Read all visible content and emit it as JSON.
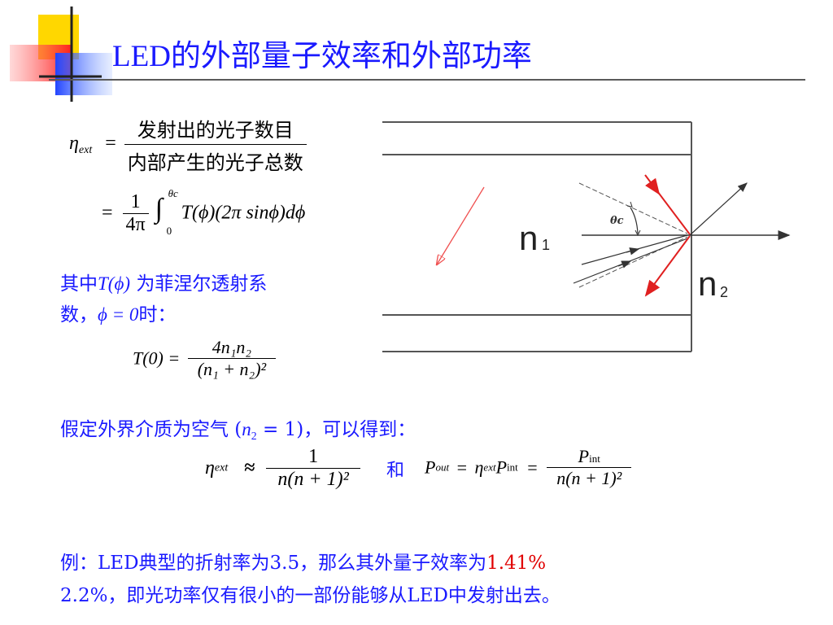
{
  "title": "LED的外部量子效率和外部功率",
  "eq1": {
    "eta": "η",
    "eta_sub": "ext",
    "equals": "=",
    "numerator": "发射出的光子数目",
    "denominator": "内部产生的光子总数"
  },
  "eq2": {
    "equals": "=",
    "one": "1",
    "four_pi": "4π",
    "integral": "∫",
    "upper": "θc",
    "lower": "0",
    "body": "T(ϕ)(2π sinϕ)dϕ"
  },
  "text1": {
    "line1_a": "其中",
    "line1_b": "T(ϕ)",
    "line1_c": " 为菲涅尔透射系",
    "line2_a": "数，",
    "line2_b": "ϕ = 0",
    "line2_c": "时："
  },
  "eq3": {
    "lhs": "T(0) =",
    "numerator": "4n₁n₂",
    "denominator": "(n₁ + n₂)²"
  },
  "text2": {
    "a": "假定外界介质为空气 (",
    "b": "n",
    "b_sub": "2",
    "c": " = 1)，可以得到："
  },
  "eq4": {
    "eta": "η",
    "eta_sub": "ext",
    "approx": "≈",
    "numerator": "1",
    "denominator": "n(n + 1)²",
    "and": "和",
    "p_out": "P",
    "p_out_sub": "out",
    "eq_a": "=",
    "eta2": "η",
    "eta2_sub": "ext",
    "p_int": "P",
    "p_int_sub": "int",
    "eq_b": "=",
    "frac2_num": "P",
    "frac2_num_sub": "int",
    "frac2_den": "n(n + 1)²"
  },
  "text3": {
    "line1_a": "例：LED典型的折射率为3.5，那么其外量子效率为",
    "line1_b": "1.41%",
    "line2": "2.2%，即光功率仅有很小的一部份能够从LED中发射出去。"
  },
  "diagram": {
    "n1": "n",
    "n1_sub": "1",
    "n2": "n",
    "n2_sub": "2",
    "theta": "θc",
    "colors": {
      "red": "#e02020",
      "dark": "#333333",
      "lightred": "#f05050"
    }
  },
  "deco_colors": {
    "yellow": "#ffd700",
    "red": "#ff4040",
    "blue": "#3355ff",
    "dark": "#222222"
  }
}
